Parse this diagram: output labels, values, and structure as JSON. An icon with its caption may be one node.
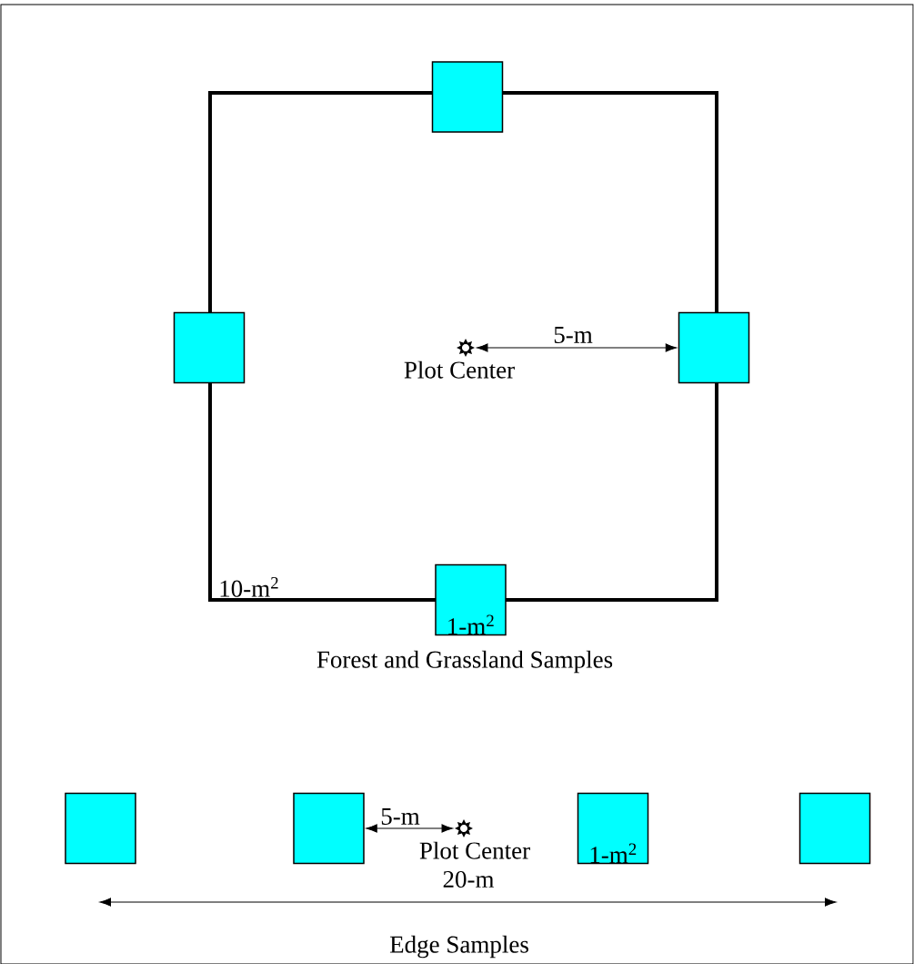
{
  "diagram": {
    "nodes": [
      {
        "text": [
          "10-m$^{2}$"
        ]
      },
      {
        "text": [],
        "shape": "box"
      },
      {
        "text": [],
        "shape": "box"
      },
      {
        "text": [],
        "shape": "box"
      },
      {
        "text": [
          "1-m$^{2}$"
        ]
      },
      {
        "text": [],
        "shape": "star",
        "beside": [
          "Plot Center"
        ],
        "in": 0
      },
      {
        "text": [],
        "shape": "box"
      },
      {
        "text": [],
        "shape": "box"
      },
      {
        "text": [
          "1-m$^{2}$"
        ]
      },
      {
        "text": [],
        "shape": "box"
      },
      {
        "text": [],
        "shape": "star",
        "beside": [
          "Plot Center"
        ]
      }
    ],
    "edges": [
      {
        "from": 5,
        "to": 3,
        "arrow": "both",
        "label": "5-m"
      },
      {
        "from": 10,
        "to": 7,
        "arrow": "both",
        "label": "5-m"
      }
    ],
    "labels": [
      "Forest and Grassland Samples",
      "20-m",
      "Edge Samples"
    ]
  }
}
